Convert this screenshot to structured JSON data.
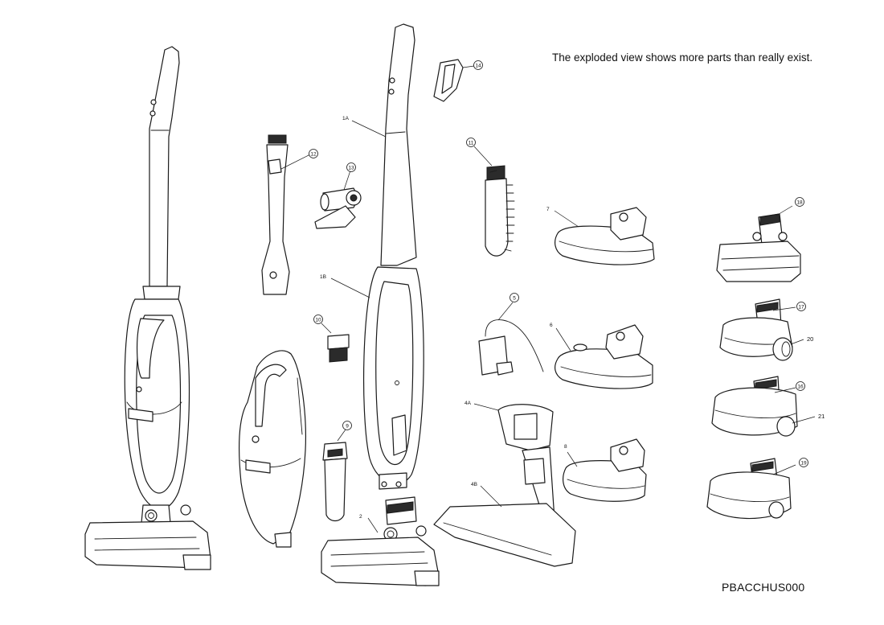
{
  "note": "The exploded view shows more parts than really exist.",
  "code": "PBACCHUS000",
  "labels": {
    "p1A": "1A",
    "p1B": "1B",
    "p2": "2",
    "p4A": "4A",
    "p4B": "4B",
    "p5": "5",
    "p6": "6",
    "p7": "7",
    "p8": "8",
    "p9": "9",
    "p10": "10",
    "p11": "11",
    "p12": "12",
    "p13": "13",
    "p14": "14",
    "p16": "16",
    "p17": "17",
    "p18": "18",
    "p19": "19",
    "p20": "20",
    "p21": "21"
  }
}
